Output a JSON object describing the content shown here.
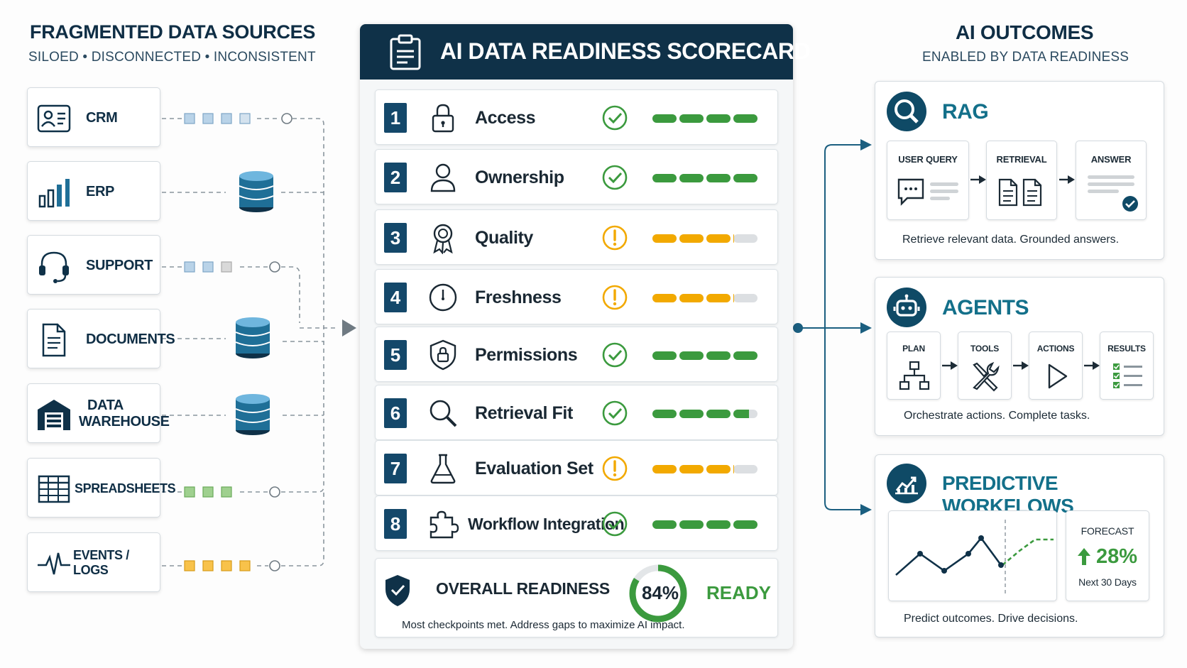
{
  "sources": {
    "title": "FRAGMENTED DATA SOURCES",
    "subtitle": "SILOED • DISCONNECTED • INCONSISTENT",
    "items": [
      {
        "label": "CRM",
        "icon": "crm-contact-card-icon"
      },
      {
        "label": "ERP",
        "icon": "bar-chart-icon"
      },
      {
        "label": "SUPPORT",
        "icon": "headset-icon"
      },
      {
        "label": "DOCUMENTS",
        "icon": "document-icon"
      },
      {
        "label_line1": "DATA",
        "label_line2": "WAREHOUSE",
        "icon": "warehouse-icon"
      },
      {
        "label": "SPREADSHEETS",
        "icon": "spreadsheet-icon"
      },
      {
        "label": "EVENTS / LOGS",
        "icon": "pulse-icon"
      }
    ]
  },
  "scorecard": {
    "title": "AI DATA READINESS SCORECARD",
    "rows": [
      {
        "num": "1",
        "label": "Access",
        "status": "pass",
        "score": 1.0
      },
      {
        "num": "2",
        "label": "Ownership",
        "status": "pass",
        "score": 1.0
      },
      {
        "num": "3",
        "label": "Quality",
        "status": "warning",
        "score": 0.78
      },
      {
        "num": "4",
        "label": "Freshness",
        "status": "warning",
        "score": 0.78
      },
      {
        "num": "5",
        "label": "Permissions",
        "status": "pass",
        "score": 1.0
      },
      {
        "num": "6",
        "label": "Retrieval Fit",
        "status": "pass",
        "score": 0.92
      },
      {
        "num": "7",
        "label": "Evaluation Set",
        "status": "warning",
        "score": 0.78
      },
      {
        "num": "8",
        "label": "Workflow Integration",
        "status": "pass",
        "score": 1.0
      }
    ],
    "overall": {
      "label": "OVERALL READINESS",
      "percent_text": "84%",
      "percent": 0.84,
      "status": "READY",
      "note": "Most checkpoints met. Address gaps to maximize AI impact."
    }
  },
  "outcomes": {
    "title": "AI OUTCOMES",
    "subtitle": "ENABLED BY DATA READINESS",
    "rag": {
      "name": "RAG",
      "steps": [
        "USER QUERY",
        "RETRIEVAL",
        "ANSWER"
      ],
      "desc": "Retrieve relevant data. Grounded answers."
    },
    "agents": {
      "name": "AGENTS",
      "steps": [
        "PLAN",
        "TOOLS",
        "ACTIONS",
        "RESULTS"
      ],
      "desc": "Orchestrate actions. Complete tasks."
    },
    "predictive": {
      "name": "PREDICTIVE WORKFLOWS",
      "forecast_label": "FORECAST",
      "forecast_value": "28%",
      "forecast_period": "Next 30 Days",
      "desc": "Predict outcomes. Drive decisions."
    }
  },
  "colors": {
    "navy": "#0f3148",
    "teal": "#13708a",
    "pass": "#3b9a3e",
    "warning": "#f2a900",
    "track": "#dcdfe2"
  }
}
